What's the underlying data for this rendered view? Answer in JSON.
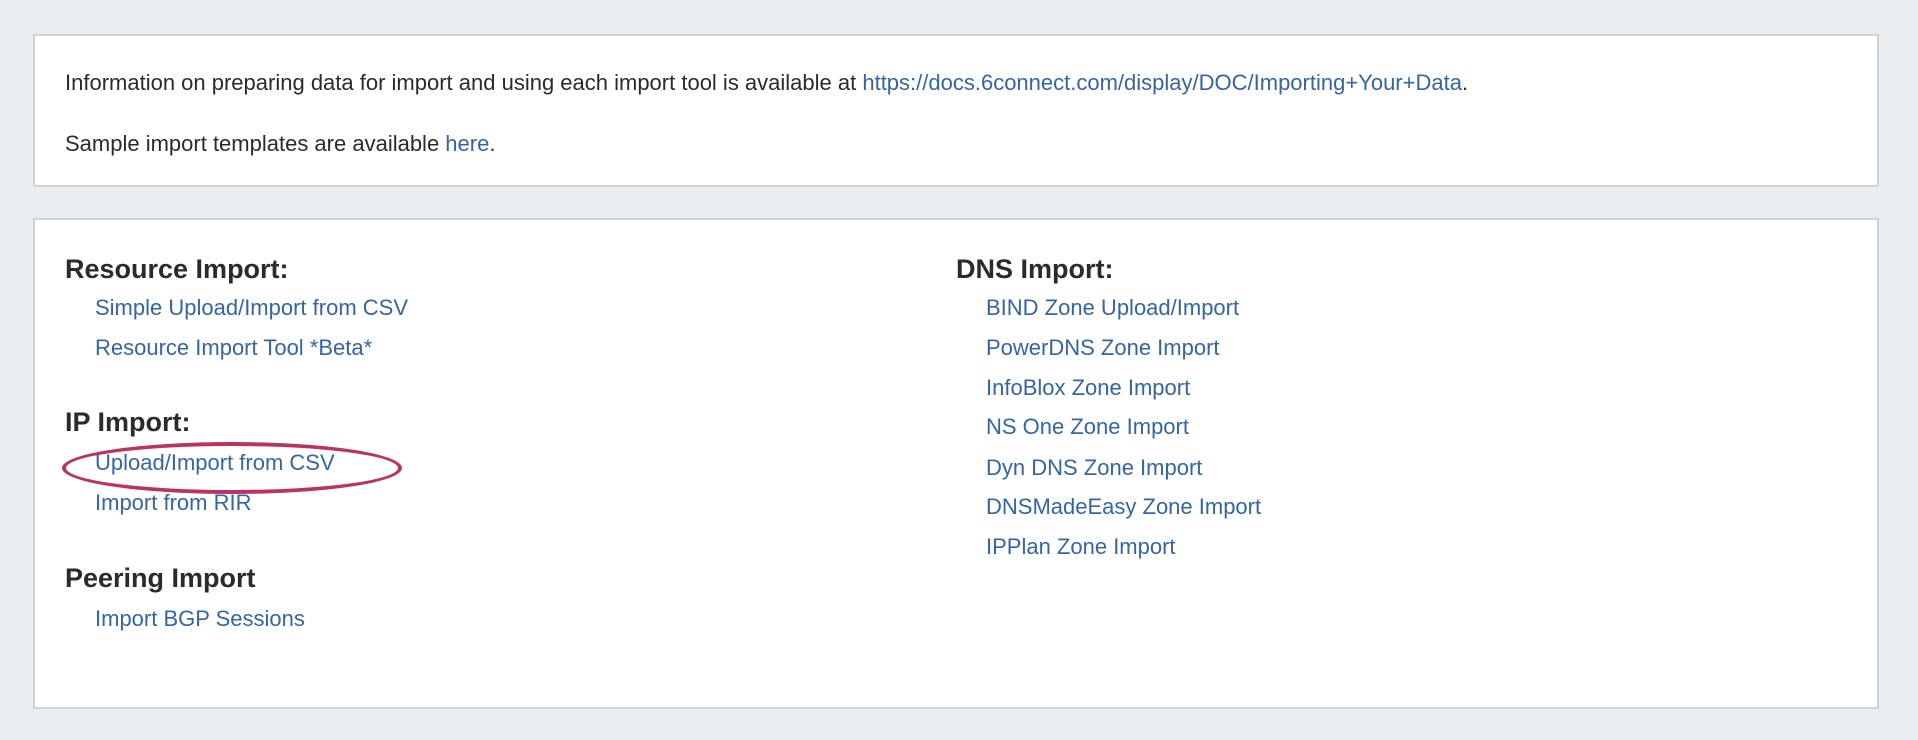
{
  "info": {
    "line1_text": "Information on preparing data for import and using each import tool is available at ",
    "line1_link": "https://docs.6connect.com/display/DOC/Importing+Your+Data",
    "line1_end": ".",
    "line2_text": "Sample import templates are available ",
    "line2_link": "here",
    "line2_end": "."
  },
  "sections": {
    "resource": {
      "title": "Resource Import:",
      "links": [
        "Simple Upload/Import from CSV",
        "Resource Import Tool *Beta*"
      ]
    },
    "ip": {
      "title": "IP Import:",
      "links": [
        "Upload/Import from CSV",
        "Import from RIR"
      ]
    },
    "peering": {
      "title": "Peering Import",
      "links": [
        "Import BGP Sessions"
      ]
    },
    "dns": {
      "title": "DNS Import:",
      "links": [
        "BIND Zone Upload/Import",
        "PowerDNS Zone Import",
        "InfoBlox Zone Import",
        "NS One Zone Import",
        "Dyn DNS Zone Import",
        "DNSMadeEasy Zone Import",
        "IPPlan Zone Import"
      ]
    }
  },
  "annotation": {
    "shape": "ellipse",
    "color": "#bb3361",
    "target": "Upload/Import from CSV"
  },
  "colors": {
    "link": "#3465a4",
    "background": "#e9edf0"
  }
}
